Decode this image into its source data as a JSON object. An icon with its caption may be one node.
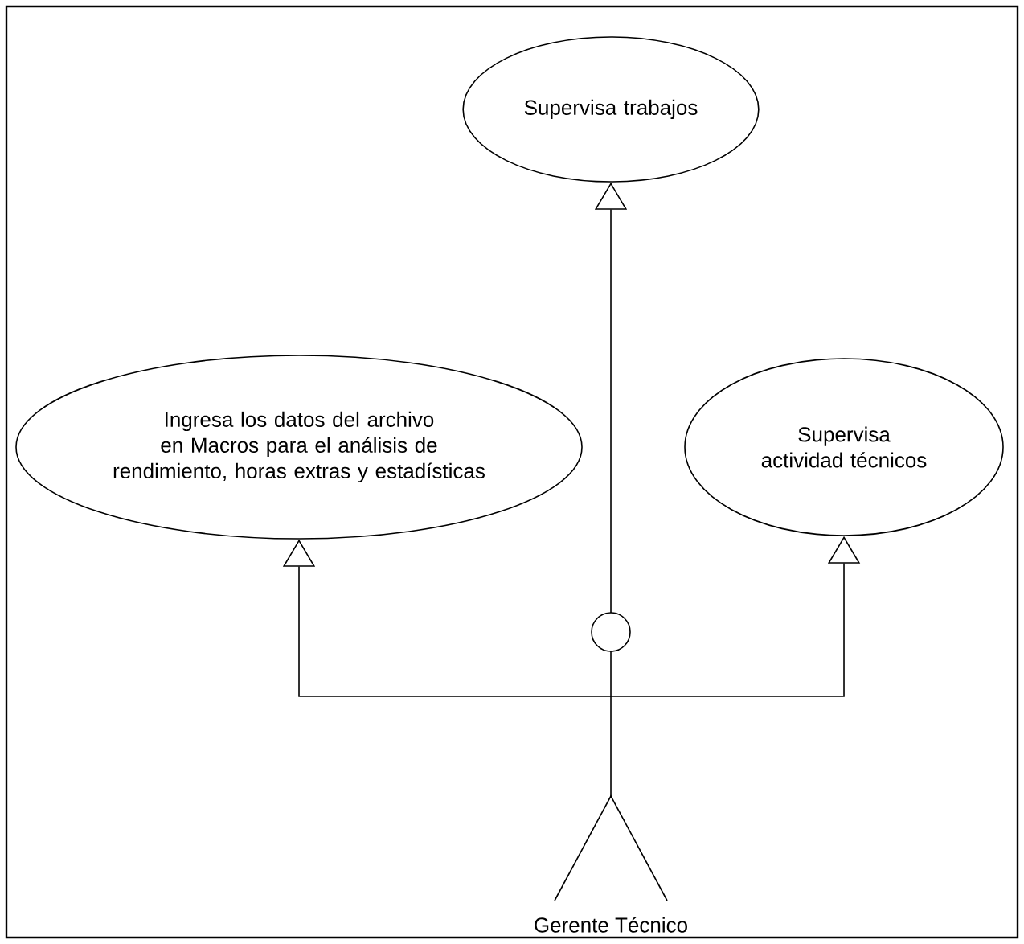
{
  "diagram": {
    "nodes": [
      {
        "text": [
          "Supervisa trabajos"
        ]
      },
      {
        "text": [
          "Ingresa los datos del archivo en Macros para el análisis de rendimiento, horas extras y estadísticas"
        ]
      },
      {
        "text": [
          "Supervisa actividad técnicos"
        ]
      },
      {
        "text": [
          "Gerente Técnico"
        ]
      }
    ],
    "edges": [
      {
        "from": 3,
        "to": 0,
        "arrow": "to"
      },
      {
        "from": 3,
        "to": 1,
        "arrow": "to"
      },
      {
        "from": 3,
        "to": 2,
        "arrow": "to"
      }
    ]
  }
}
